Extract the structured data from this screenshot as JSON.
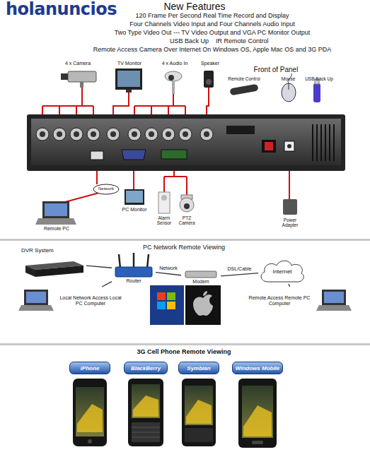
{
  "diagram": {
    "title": "New Features",
    "nodes": [
      {
        "text": [
          "DVR System"
        ]
      },
      {
        "text": [
          "Router"
        ]
      },
      {
        "text": [
          "Modem"
        ]
      },
      {
        "text": [
          "Internet"
        ]
      },
      {
        "text": [
          "Local Network Access Local PC Computer"
        ]
      },
      {
        "text": [
          "Remote Access Remote PC Computer"
        ]
      },
      {
        "text": [
          "iPhone"
        ]
      },
      {
        "text": [
          "BlackBerry"
        ]
      },
      {
        "text": [
          "Symbian"
        ]
      },
      {
        "text": [
          "Windows Mobile"
        ]
      }
    ],
    "edges": [
      {
        "from": 0,
        "to": 1,
        "arrow": "none"
      },
      {
        "from": 4,
        "to": 1,
        "arrow": "none"
      },
      {
        "from": 1,
        "to": 2,
        "label": "Network",
        "arrow": "none"
      },
      {
        "from": 2,
        "to": 3,
        "label": "DSL/Cable",
        "arrow": "none"
      },
      {
        "from": 3,
        "to": 5,
        "arrow": "none"
      }
    ],
    "labels": [
      "holanuncios",
      "120 Frame Per Second Real Time Record and Display",
      "Four Channels Video Input and Four Channels Audio Input",
      "Two Type Video Out --- TV Video Output and VGA PC Monitor Output",
      "USB Back Up",
      "IR Remote Control",
      "Remote Access Camera Over Internet On Windows OS, Apple Mac OS and 3G PDA",
      "4 x Camera",
      "TV Monitor",
      "4 x Audio In",
      "Speaker",
      "Front of Panel",
      "Remote Control",
      "Mouse",
      "USB Back Up",
      "Network",
      "Remote PC",
      "PC Monitor",
      "Alarm Sensor",
      "PTZ Camera",
      "Power Adapter",
      "PC Network Remote Viewing",
      "3G Cell Phone Remote Viewing"
    ]
  }
}
